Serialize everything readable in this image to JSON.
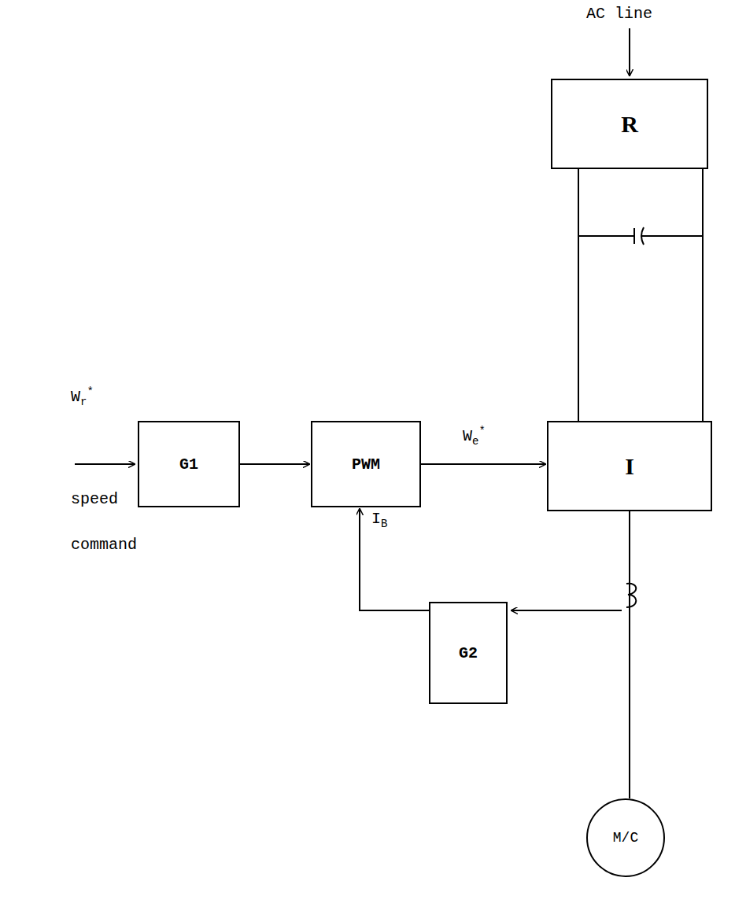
{
  "diagram": {
    "nodes": [
      {
        "text": [
          "R"
        ]
      },
      {
        "text": [
          "G1"
        ]
      },
      {
        "text": [
          "PWM"
        ]
      },
      {
        "text": [
          "I"
        ]
      },
      {
        "text": [
          "G2"
        ]
      },
      {
        "text": [
          "M/C"
        ]
      }
    ],
    "edges": [
      {
        "from": 0,
        "to": 3,
        "arrow": "none"
      },
      {
        "from": 1,
        "to": 2,
        "arrow": "to"
      },
      {
        "from": 2,
        "to": 3,
        "arrow": "to",
        "label": "We*"
      },
      {
        "from": 4,
        "to": 2,
        "arrow": "to",
        "label": "IB"
      },
      {
        "from": 3,
        "to": 5,
        "arrow": "none"
      }
    ],
    "labels": [
      "AC line",
      "Wr*",
      "speed command"
    ]
  }
}
